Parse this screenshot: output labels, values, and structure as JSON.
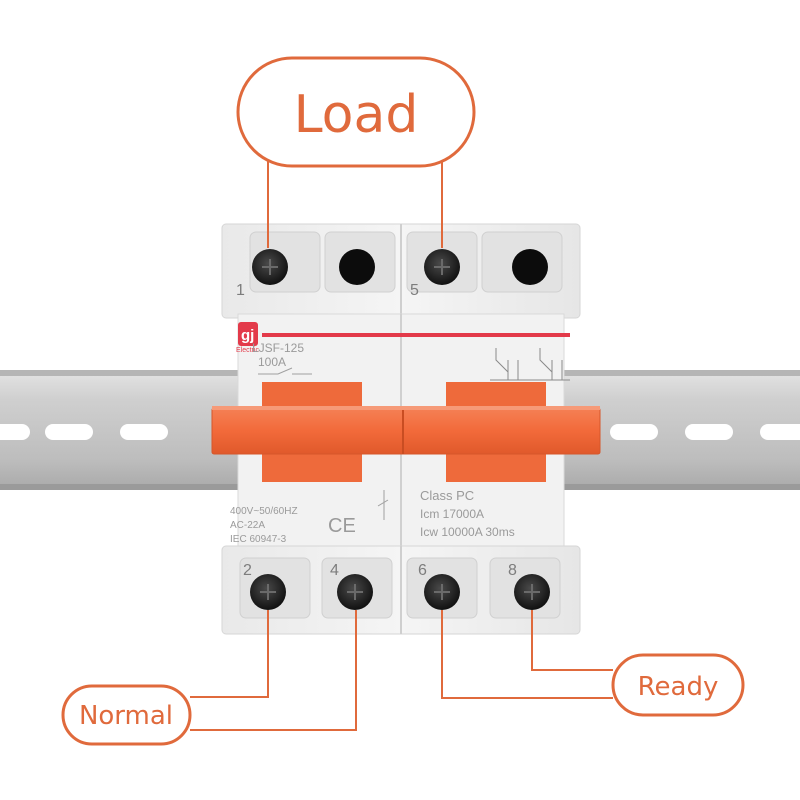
{
  "labels": {
    "load": "Load",
    "normal": "Normal",
    "ready": "Ready"
  },
  "terminals": {
    "t1": "1",
    "t5": "5",
    "t2": "2",
    "t4": "4",
    "t6": "6",
    "t8": "8"
  },
  "device": {
    "brand_letter": "gj",
    "brand_name": "Electric",
    "model": "LJSF-125",
    "current": "100A",
    "voltage": "400V~50/60HZ",
    "category": "AC-22A",
    "standard": "IEC 60947-3",
    "ce_mark": "CE",
    "class": "Class PC",
    "icm": "Icm 17000A",
    "icw": "Icw 10000A 30ms"
  },
  "colors": {
    "accent": "#e06a3c",
    "handle": "#f26a3a",
    "housing": "#eeeeee",
    "rail": "#c9c9c9",
    "brand_red": "#e33a4a"
  }
}
